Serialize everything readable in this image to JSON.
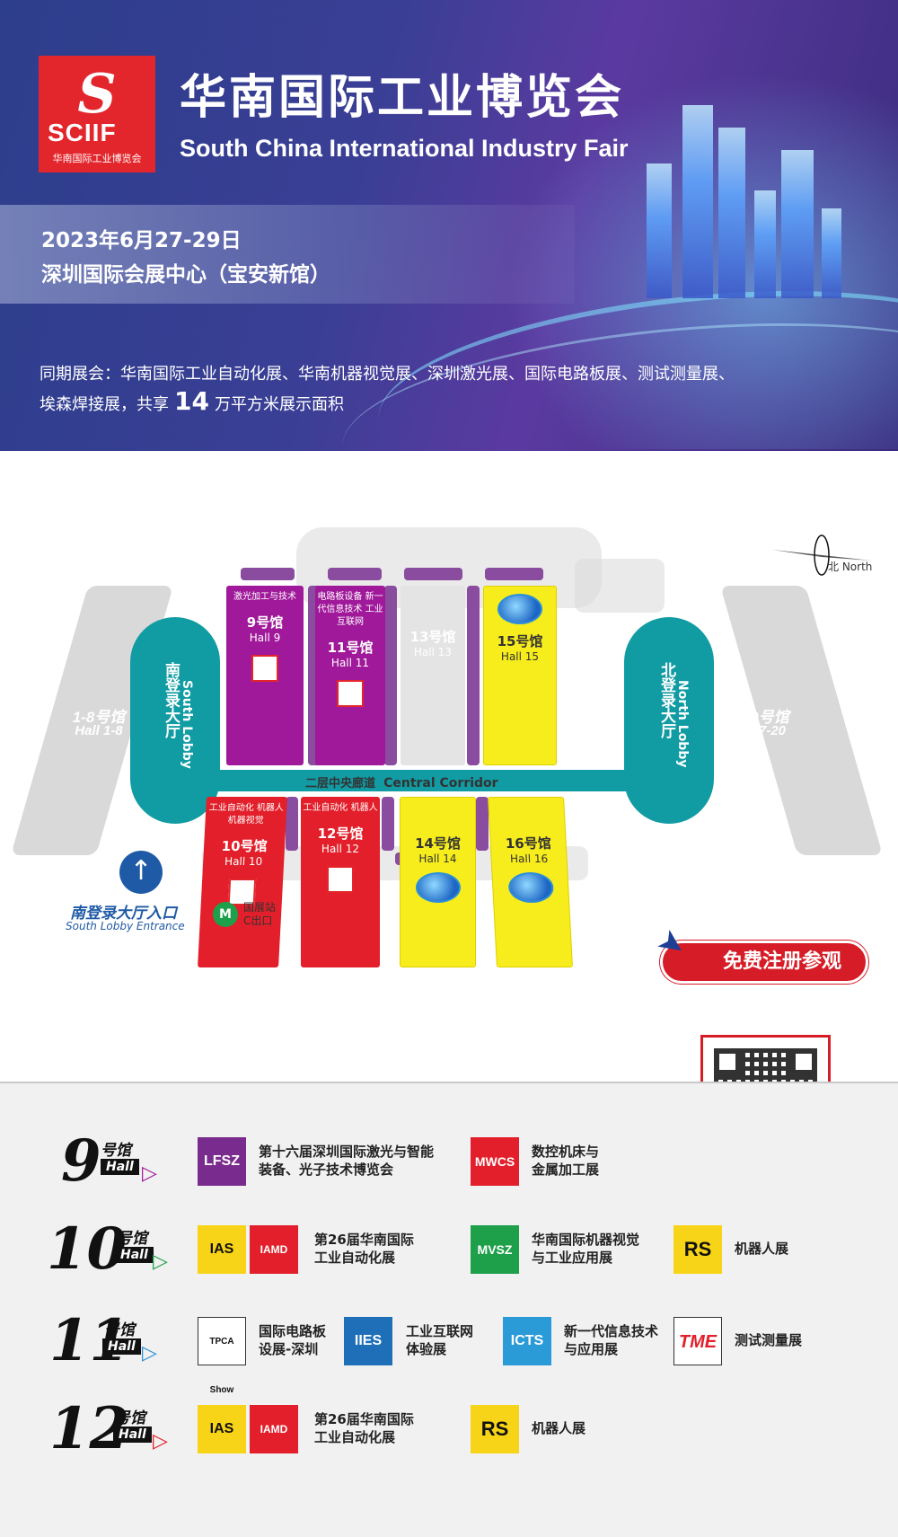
{
  "header": {
    "logo_text": "SCIIF",
    "logo_cn": "华南国际工业博览会",
    "title_cn": "华南国际工业博览会",
    "title_en": "South China International Industry Fair",
    "date": "2023年6月27-29日",
    "venue": "深圳国际会展中心（宝安新馆）",
    "concurrent_line1": "同期展会：华南国际工业自动化展、华南机器视觉展、深圳激光展、国际电路板展、测试测量展、",
    "concurrent_line2_a": "埃森焊接展，共享",
    "concurrent_area": "14",
    "concurrent_line2_b": "万平方米展示面积",
    "brand_color": "#e3262c"
  },
  "map": {
    "compass_label": "北 North",
    "hall_1_8_cn": "1-8号馆",
    "hall_1_8_en": "Hall 1-8",
    "hall_17_20_cn": "17-20号馆",
    "hall_17_20_en": "Hall 17-20",
    "south_lobby_cn": "南登录大厅",
    "south_lobby_en": "South Lobby",
    "north_lobby_cn": "北登录大厅",
    "north_lobby_en": "North Lobby",
    "corridor_cn": "二层中央廊道",
    "corridor_en": "Central Corridor",
    "halls": {
      "h9": {
        "sub": "激光加工与技术",
        "num": "9号馆",
        "en": "Hall 9"
      },
      "h11": {
        "sub": "电路板设备 新一代信息技术 工业互联网",
        "num": "11号馆",
        "en": "Hall 11"
      },
      "h13": {
        "num": "13号馆",
        "en": "Hall 13"
      },
      "h15": {
        "num": "15号馆",
        "en": "Hall 15"
      },
      "h10": {
        "sub": "工业自动化 机器人 机器视觉",
        "num": "10号馆",
        "en": "Hall 10"
      },
      "h12": {
        "sub": "工业自动化 机器人",
        "num": "12号馆",
        "en": "Hall 12"
      },
      "h14": {
        "num": "14号馆",
        "en": "Hall 14"
      },
      "h16": {
        "num": "16号馆",
        "en": "Hall 16"
      }
    },
    "entrance_cn": "南登录大厅入口",
    "entrance_en": "South Lobby Entrance",
    "metro_line1": "国展站",
    "metro_line2": "C出口",
    "register_label": "免费注册参观",
    "qr_icon": "qr-code-icon"
  },
  "hall_list": [
    {
      "num": "9",
      "hao": "号馆",
      "hall": "Hall",
      "arrow_color": "#a0199a",
      "exhibits": [
        {
          "logo": "LFSZ",
          "color": "#7a2c8e",
          "text1": "第十六届深圳国际激光与智能",
          "text2": "装备、光子技术博览会"
        },
        {
          "logo": "MWCS",
          "color": "#e21f2a",
          "text1": "数控机床与",
          "text2": "金属加工展"
        }
      ]
    },
    {
      "num": "10",
      "hao": "号馆",
      "hall": "Hall",
      "arrow_color": "#1e9f4a",
      "exhibits": [
        {
          "logo": "IAS",
          "logo2": "IAMD",
          "color": "#f7d417",
          "text1": "第26届华南国际",
          "text2": "工业自动化展"
        },
        {
          "logo": "MVSZ",
          "color": "#1e9f4a",
          "text1": "华南国际机器视觉",
          "text2": "与工业应用展"
        },
        {
          "logo": "RS",
          "color": "#f7d417",
          "text1": "机器人展",
          "text2": ""
        }
      ]
    },
    {
      "num": "11",
      "hao": "号馆",
      "hall": "Hall",
      "arrow_color": "#2b8fd8",
      "exhibits": [
        {
          "logo": "TPCA Show",
          "color": "#ffffff",
          "text1": "国际电路板",
          "text2": "设展-深圳"
        },
        {
          "logo": "IIES",
          "color": "#1e6fb8",
          "text1": "工业互联网",
          "text2": "体验展"
        },
        {
          "logo": "ICTS",
          "color": "#2b9bd8",
          "text1": "新一代信息技术",
          "text2": "与应用展"
        },
        {
          "logo": "TME",
          "color": "#ffffff",
          "text1": "测试测量展",
          "text2": ""
        }
      ]
    },
    {
      "num": "12",
      "hao": "号馆",
      "hall": "Hall",
      "arrow_color": "#e21f2a",
      "exhibits": [
        {
          "logo": "IAS",
          "logo2": "IAMD",
          "color": "#f7d417",
          "text1": "第26届华南国际",
          "text2": "工业自动化展"
        },
        {
          "logo": "RS",
          "color": "#f7d417",
          "text1": "机器人展",
          "text2": ""
        }
      ]
    }
  ]
}
